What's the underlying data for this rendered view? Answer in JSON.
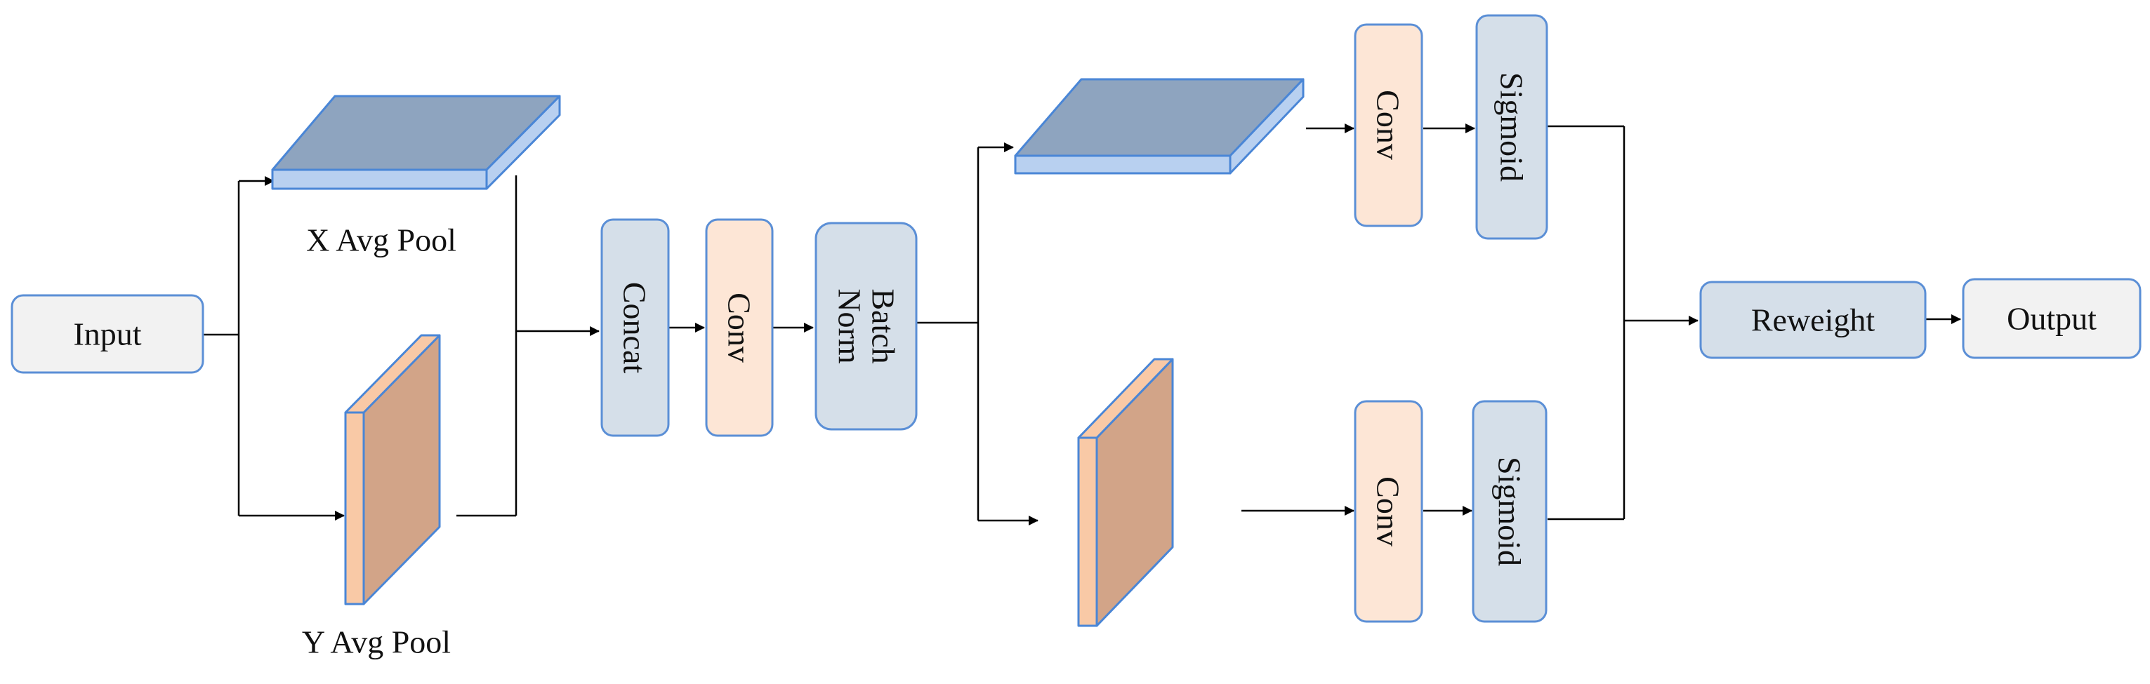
{
  "nodes": {
    "input": "Input",
    "concat": "Concat",
    "conv1": "Conv",
    "batchnorm_line1": "Batch",
    "batchnorm_line2": "Norm",
    "conv_top": "Conv",
    "sigmoid_top": "Sigmoid",
    "conv_bottom": "Conv",
    "sigmoid_bottom": "Sigmoid",
    "reweight": "Reweight",
    "output": "Output"
  },
  "captions": {
    "x_pool": "X Avg Pool",
    "y_pool": "Y Avg Pool"
  },
  "colors": {
    "gray_fill": "#f2f2f2",
    "blue_fill": "#d5dfe9",
    "peach_fill": "#fde6d6",
    "box_stroke": "#5b8fd6",
    "x_pool_top": "#8ea4bf",
    "x_pool_side": "#b8d0f0",
    "y_pool_face": "#d2a488",
    "y_pool_side": "#f9c9a6"
  }
}
